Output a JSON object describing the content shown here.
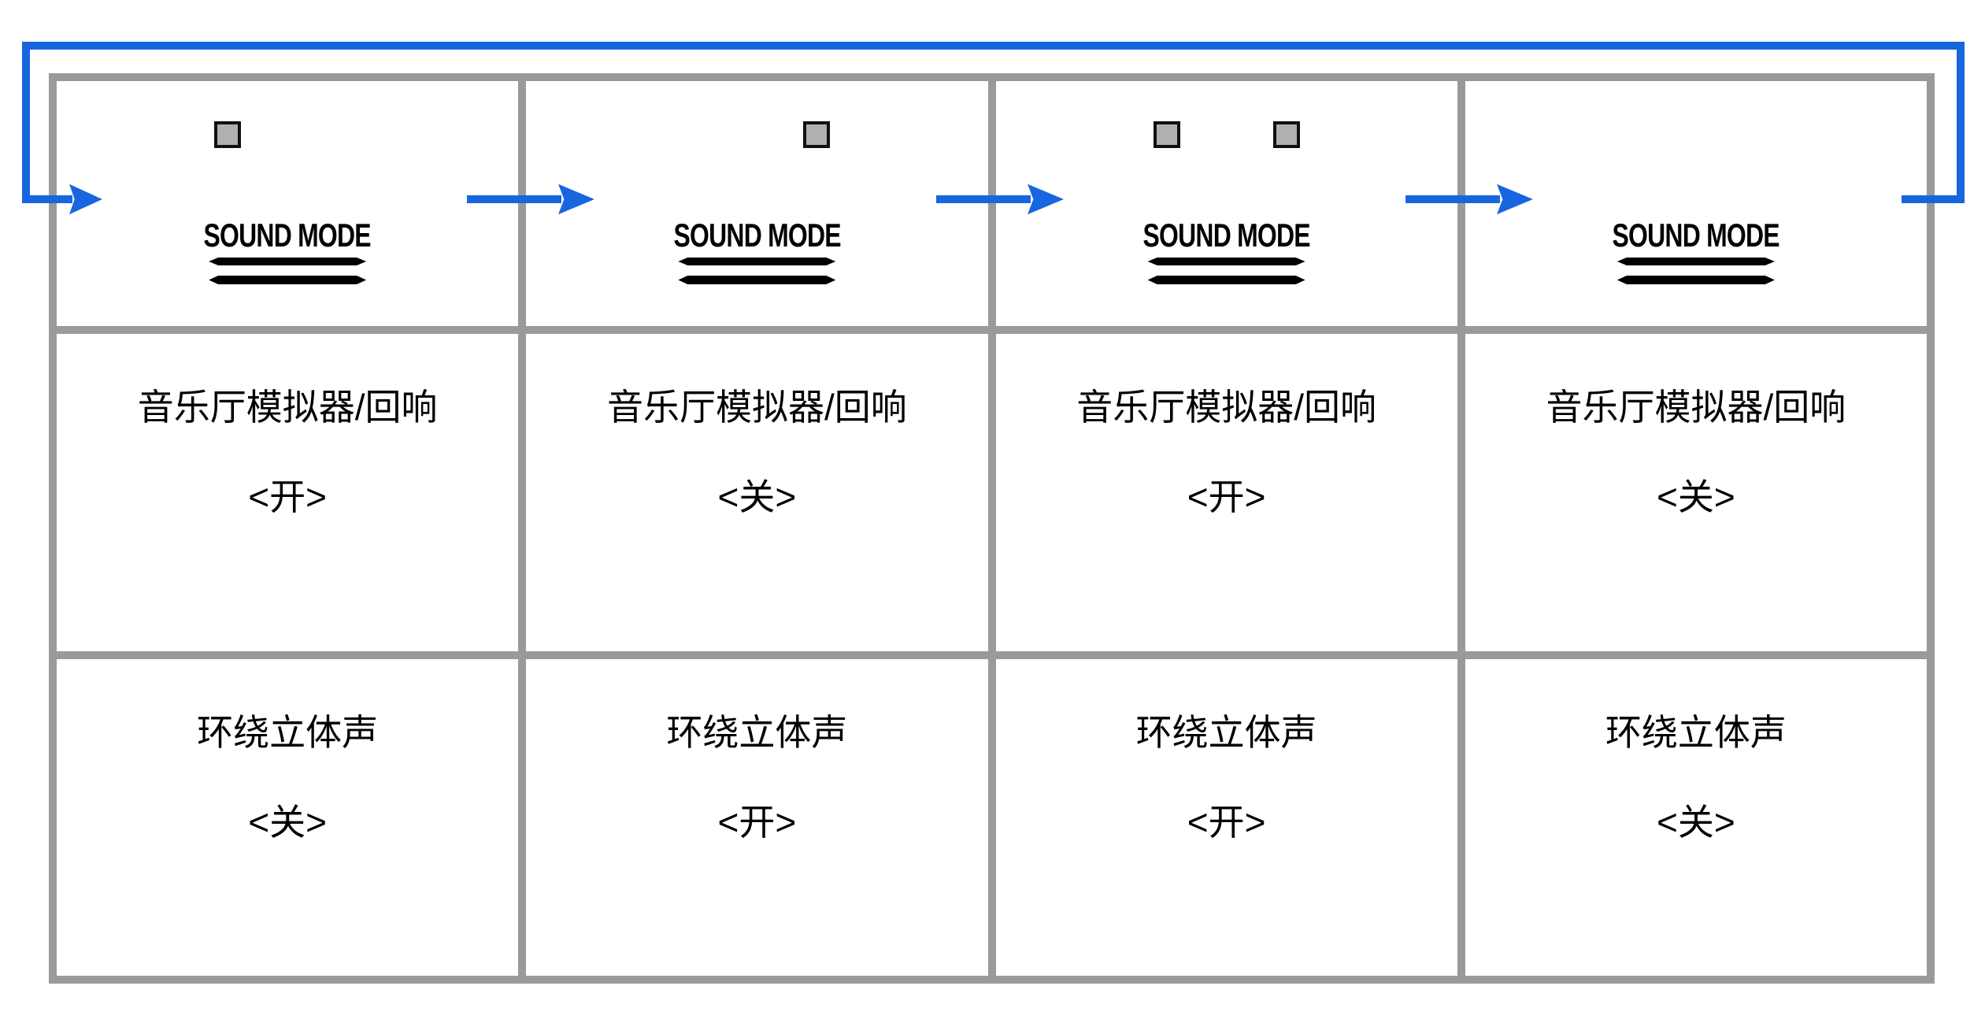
{
  "diagram": {
    "button_label": "SOUND MODE",
    "panels": [
      {
        "leds": {
          "left": true,
          "right": false
        },
        "settings": [
          {
            "label": "音乐厅模拟器/回响",
            "value": "<开>"
          },
          {
            "label": "环绕立体声",
            "value": "<关>"
          }
        ]
      },
      {
        "leds": {
          "left": false,
          "right": true
        },
        "settings": [
          {
            "label": "音乐厅模拟器/回响",
            "value": "<关>"
          },
          {
            "label": "环绕立体声",
            "value": "<开>"
          }
        ]
      },
      {
        "leds": {
          "left": true,
          "right": true
        },
        "settings": [
          {
            "label": "音乐厅模拟器/回响",
            "value": "<开>"
          },
          {
            "label": "环绕立体声",
            "value": "<开>"
          }
        ]
      },
      {
        "leds": {
          "left": false,
          "right": false
        },
        "settings": [
          {
            "label": "音乐厅模拟器/回响",
            "value": "<关>"
          },
          {
            "label": "环绕立体声",
            "value": "<关>"
          }
        ]
      }
    ]
  },
  "colors": {
    "arrow_blue": "#1766e0",
    "table_gray": "#9a9a9a",
    "led_fill": "#b0b0b0",
    "led_border": "#111111",
    "ink": "#000000"
  }
}
